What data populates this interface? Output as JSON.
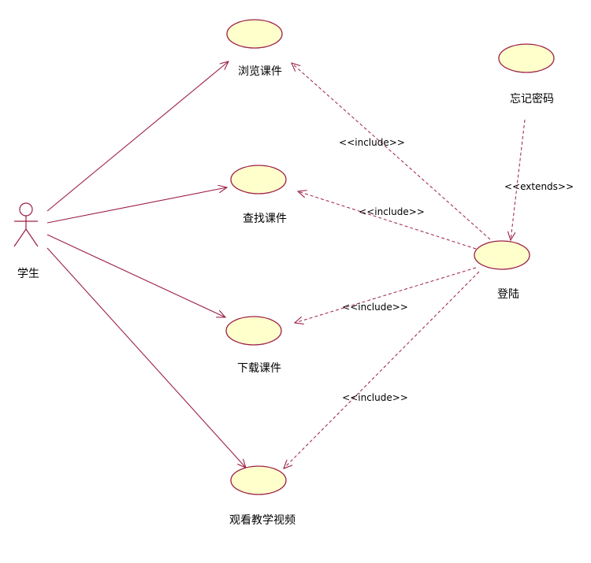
{
  "actor": {
    "name": "学生"
  },
  "use_cases": {
    "browse": "浏览课件",
    "search": "查找课件",
    "download": "下载课件",
    "watch": "观看教学视频",
    "login": "登陆",
    "forgot": "忘记密码"
  },
  "relations": {
    "include_browse": "<<include>>",
    "include_search": "<<include>>",
    "include_download": "<<include>>",
    "include_watch": "<<include>>",
    "extends_forgot": "<<extends>>"
  },
  "colors": {
    "line": "#9c1f45",
    "use_case_fill": "#ffffcc"
  }
}
